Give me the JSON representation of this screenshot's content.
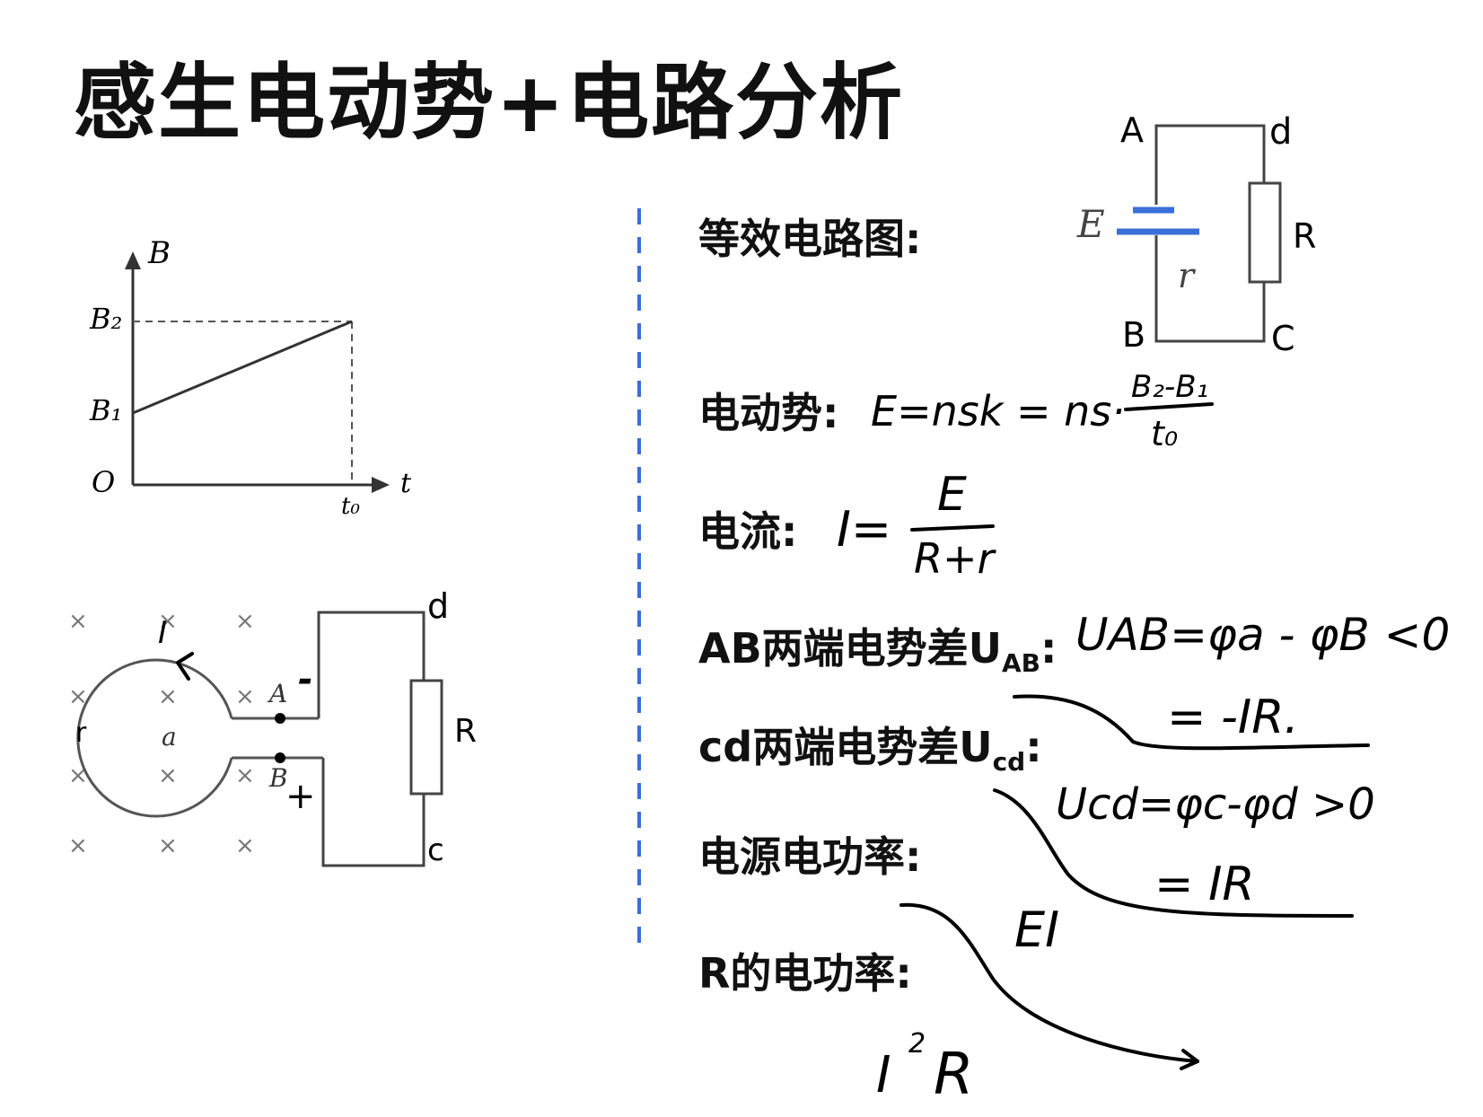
{
  "title": "感生电动势+电路分析",
  "graph": {
    "y_axis": "B",
    "x_axis": "t",
    "origin": "O",
    "y_ticks": [
      "B₂",
      "B₁"
    ],
    "x_ticks": [
      "t₀"
    ]
  },
  "chart_data": {
    "type": "line",
    "title": "",
    "xlabel": "t",
    "ylabel": "B",
    "x": [
      "0",
      "t₀"
    ],
    "series": [
      {
        "values": [
          "B₁",
          "B₂"
        ]
      }
    ],
    "notes": "B increases linearly from B₁ at t=0 to B₂ at t=t₀"
  },
  "loop_circuit": {
    "loop_label": "a",
    "resistance_label": "r",
    "terminal_a": "A",
    "terminal_b": "B",
    "node_d": "d",
    "node_c": "c",
    "resistor": "R",
    "field_mark": "×",
    "current_note": "I",
    "a_sign": "-",
    "b_sign": "+"
  },
  "equivalent_circuit": {
    "node_a": "A",
    "node_b": "B",
    "node_c": "C",
    "node_d": "d",
    "emf": "E",
    "internal_r": "r",
    "resistor": "R"
  },
  "questions": {
    "q1": "等效电路图:",
    "q2": "电动势:",
    "q3": "电流:",
    "q4_prefix": "AB两端电势差U",
    "q4_sub": "AB",
    "q5_prefix": "cd两端电势差U",
    "q5_sub": "cd",
    "q6": "电源电功率:",
    "q7": "R的电功率:"
  },
  "answers": {
    "emf": "E=nsk = ns·",
    "emf_num": "B₂-B₁",
    "emf_den": "t₀",
    "current_lhs": "I=",
    "current_num": "E",
    "current_den": "R+r",
    "uab": "UAB=φa - φB <0",
    "uab2": "= -IR.",
    "ucd": "Ucd=φc-φd >0",
    "ucd2": "= IR",
    "source_power": "EI",
    "r_power_base": "I",
    "r_power_exp": "2",
    "r_power_tail": "R"
  },
  "colors": {
    "accent_blue": "#3a6fd8",
    "ink": "#000000"
  }
}
